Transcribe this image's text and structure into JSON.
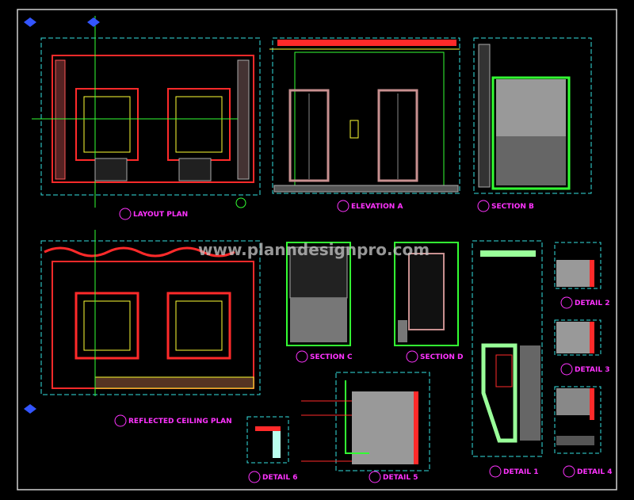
{
  "watermark": "www.planndesignpro.com",
  "colors": {
    "background": "#000000",
    "frame": "#d0d0d0",
    "cyan": "#33e0e0",
    "red": "#ff2a2a",
    "green": "#33ff33",
    "yellow": "#ffff33",
    "magenta": "#ff33ff",
    "grey": "#a0a0a0"
  },
  "drawings": [
    {
      "id": "layout-plan",
      "title": "LAYOUT PLAN"
    },
    {
      "id": "elevation-a",
      "title": "ELEVATION A"
    },
    {
      "id": "section-b",
      "title": "SECTION B"
    },
    {
      "id": "reflected-ceiling-plan",
      "title": "REFLECTED CEILING PLAN"
    },
    {
      "id": "section-c",
      "title": "SECTION C"
    },
    {
      "id": "section-d",
      "title": "SECTION D"
    },
    {
      "id": "detail-2",
      "title": "DETAIL 2"
    },
    {
      "id": "detail-3",
      "title": "DETAIL 3"
    },
    {
      "id": "detail-6",
      "title": "DETAIL 6"
    },
    {
      "id": "detail-5",
      "title": "DETAIL 5"
    },
    {
      "id": "detail-1",
      "title": "DETAIL 1"
    },
    {
      "id": "detail-4",
      "title": "DETAIL 4"
    }
  ]
}
